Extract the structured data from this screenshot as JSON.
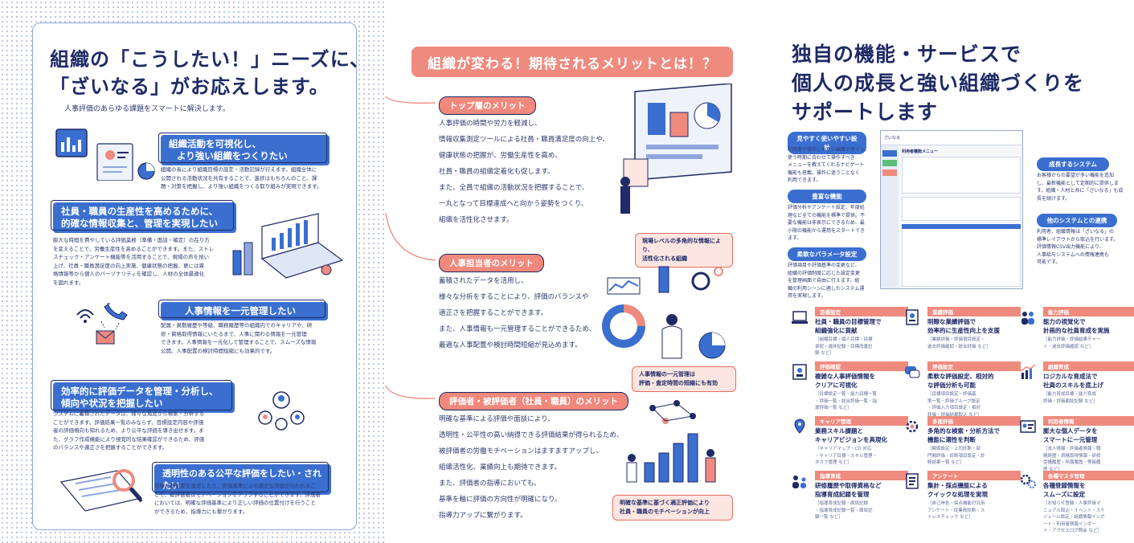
{
  "left": {
    "headline_1": "組織の「こうしたい！」ニーズに、",
    "headline_2": "「ざいなる」がお応えします。",
    "lead": "人事評価のあらゆる課題をスマートに解決します。",
    "sections": [
      {
        "title_1": "組織活動を可視化し、",
        "title_2": "より強い組織をつくりたい",
        "body": [
          "組織の長により組織目標の設定・活動記録が行えます。組織全体に",
          "公開される活動状況を共有することで、進捗はもちろんのこと、課",
          "題・対策を把握し、より強い組織をつくる取り組みが実現できます。"
        ]
      },
      {
        "title_1": "社員・職員の生産性を高めるために、",
        "title_2": "的確な情報収集と、管理を実現したい",
        "body": [
          "膨大な時間を費やしている評価業務（準備・面談・確定）の在り方",
          "を変えることで、労働生産性を高めることができます。また、ストレ",
          "スチェック・アンケート機能等を活用することで、現場の声を拾い",
          "上げ、社員・職員満足度の向上実施、健康状態の把握、更には資",
          "格情報等から個人のパーソナリティを確認し、人材の全体最適化",
          "を図れます。"
        ]
      },
      {
        "title_1": "人事情報を一元管理したい",
        "title_2": "",
        "body": [
          "配属・異動履歴や等級、職務履歴等の組織内でのキャリアや、研",
          "修・資格取得情報にいたるまで、人事に関わる情報を一元管理",
          "できます。人事情報を一元化して管理することで、スムーズな情報",
          "公開、人事配置の検討時間短縮にも効果的です。"
        ]
      },
      {
        "title_1": "効率的に評価データを管理・分析し、",
        "title_2": "傾向や状況を把握したい",
        "body": [
          "システムに蓄積されたデータは、様々な角度から検索・分析する",
          "ことができます。評価結果一覧のみならず、目標設定内容や評価",
          "者の評価傾向も知れるため、より公平な評価を導き出せます。ま",
          "た、グラフ作成機能により視覚的な結果確認ができるため、評価",
          "のバランスや適正さを把握することができます。"
        ]
      },
      {
        "title_1": "透明性のある公平な評価をしたい・されたい",
        "title_2": "",
        "body": [
          "目標に難易度を設定したり、評価基準による適正な評価が行われるこ",
          "とで、被評価者はモチベーションをアップすることができます。評価者",
          "においては、明確な評価基準により正しい評価の位置付けを行うこと",
          "ができるため、指導力にも繋がります。"
        ]
      }
    ]
  },
  "middle": {
    "title": "組織が変わる！期待されるメリットとは！？",
    "blocks": [
      {
        "pill": "トップ層のメリット",
        "lines": [
          "人事評価の時間や労力を軽減し、",
          "情報収集測定ツールによる社員・職員満足度の向上や、",
          "健康状態の把握が、労働生産性を高め、",
          "社員・職員の組織定着化も促します。",
          "また、全員で組織の活動状況を把握することで、",
          "一丸となって目標達成へと向かう姿勢をつくり、",
          "組織を活性化させます。"
        ],
        "callout": [
          "現場レベルの多角的な情報により、",
          "活性化される組織"
        ]
      },
      {
        "pill": "人事担当者のメリット",
        "lines": [
          "蓄積されたデータを活用し、",
          "様々な分析をすることにより、評価のバランスや",
          "適正さを把握することができます。",
          "また、人事情報も一元管理することができるため、",
          "最適な人事配置や検討時間短縮が見込めます。"
        ],
        "callout": [
          "人事情報の一元管理は",
          "評価・査定時間の短縮にも有効"
        ]
      },
      {
        "pill": "評価者・被評価者（社員・職員）のメリット",
        "lines": [
          "明確な基準による評価や面談により、",
          "透明性・公平性の高い納得できる評価結果が得られるため、",
          "被評価者の労働モチベーションはますますアップし、",
          "組織活性化、業績向上も期待できます。",
          "また、評価者の指導においても、",
          "基準を軸に評価の方向性が明確になり、",
          "指導力アップに繋がります。"
        ],
        "callout": [
          "明確な基準に基づく適正評価により",
          "社員・職員のモチベーションが向上"
        ]
      }
    ]
  },
  "right": {
    "title_1": "独自の機能・サービスで",
    "title_2": "個人の成長と強い組織づくりを",
    "title_3": "サポートします",
    "left_points": [
      {
        "label": "見やすく使いやすい設計",
        "body": [
          "利用者が操作しやすい画面デザイン、",
          "使う時期に合わせて操作すべき",
          "メニューを教えてくれるナビゲート",
          "機能も搭載。操作に迷うことなく",
          "利用できます。"
        ]
      },
      {
        "label": "豊富な機能",
        "body": [
          "評価分析やアンケート設定、年度処",
          "理など全ての機能を標準で提供。不",
          "要な機能は非表示にできるため、最",
          "小限の機能から運用をスタートでき",
          "ます。"
        ]
      },
      {
        "label": "柔軟なパラメータ設定",
        "body": [
          "評価項目や評価基準の変更など、",
          "組織の評価制度に応じた設定変更",
          "を管理画面で自由に行えます。組",
          "織の利用シーンに適したシステム運",
          "用を実現します。"
        ]
      }
    ],
    "right_points": [
      {
        "label": "成長するシステム",
        "body": [
          "お客様からの要望が多い機能を追加",
          "し、最新機能として定期的に提供しま",
          "す。組織・人材と共に「ざいなる」も成",
          "長を続けます。"
        ]
      },
      {
        "label": "他のシステムとの連携",
        "body": [
          "利用者、組織情報は「ざいなる」の",
          "標準レイアウトから取込を行います。",
          "評価情報CSV出力機能により、",
          "人事給与システムへの情報連携も",
          "可能です。"
        ]
      }
    ],
    "screen": {
      "menu_title": "利用者機能メニュー",
      "brand": "ざいなる"
    },
    "features": [
      {
        "tag": "目標設定",
        "title": [
          "社員・職員の目標管理で",
          "組織強化に貢献"
        ],
        "sub": [
          "［組織目標・個人目標・目標",
          "承認・進捗記録・目標改善記",
          "録 など］"
        ],
        "icon": "laptop-icon"
      },
      {
        "tag": "業績評価",
        "title": [
          "明瞭な業績評価で",
          "効率的に生産性向上を支援"
        ],
        "sub": [
          "［業績評価・評価項目設定・",
          "過去評価確認・総合評価 など］"
        ],
        "icon": "notebook-icon"
      },
      {
        "tag": "能力評価",
        "title": [
          "能力の視覚化で",
          "計画的な社員育成を実施"
        ],
        "sub": [
          "［能力評価・評価結果チャー",
          "ト・過去評価確認 など］"
        ],
        "icon": "people-icon"
      },
      {
        "tag": "評価確認",
        "title": [
          "複雑な人事評価情報を",
          "クリアに可視化"
        ],
        "sub": [
          "［目標設定一覧・能力目標一覧",
          "・評価一覧・総合評価一覧・指",
          "導評価一覧 など］"
        ],
        "icon": "profile-icon"
      },
      {
        "tag": "評価設定",
        "title": [
          "柔軟な評価設定、相対的",
          "な評価分析も可能"
        ],
        "sub": [
          "［目標項目設定・評価基",
          "準一覧・評価グループ設定",
          "・評価入力項目設定・相対",
          "評価・評価結果取込 など］"
        ],
        "icon": "chat-icon"
      },
      {
        "tag": "組織育成",
        "title": [
          "ロジカルな育成法で",
          "社員のスキルを底上げ"
        ],
        "sub": [
          "［能力育成目標・能力育成",
          "評価・評価面談記録 など］"
        ],
        "icon": "growth-chart-icon"
      },
      {
        "tag": "キャリア管理",
        "title": [
          "業務スキル課題と",
          "キャリアビジョンを具現化"
        ],
        "sub": [
          "［キャリアマップ・CD 対応",
          "・キャリア目標・スキル管理・",
          "タスク管理 など］"
        ],
        "icon": "location-pin-icon"
      },
      {
        "tag": "多面評価",
        "title": [
          "多角的な検索・分析方法で",
          "機能に適性を判断"
        ],
        "sub": [
          "［関係設定・上司診断・部",
          "門間評価・診断項目設定・診",
          "断結果一覧 など］"
        ],
        "icon": "gear-people-icon"
      },
      {
        "tag": "利用者情報",
        "title": [
          "膨大な個人データを",
          "スマートに一元管理"
        ],
        "sub": [
          "［本人情報・評価者情報・職",
          "務経歴・資格取得情報・研修",
          "受講履歴・所属履歴・等級履",
          "歴 など］"
        ],
        "icon": "id-card-icon"
      },
      {
        "tag": "指導育成",
        "title": [
          "研修履歴や取得資格など",
          "指導育成記録を管理"
        ],
        "sub": [
          "［指導育成記録・面談記録",
          "・指導育成記録一覧・面談記",
          "録一覧 など］"
        ],
        "icon": "mentor-icon"
      },
      {
        "tag": "アンケート",
        "title": [
          "集計・採点機能による",
          "クイックな処理を実現"
        ],
        "sub": [
          "［自己申告・採点機能付汎用",
          "アンケート・従業員診断・ス",
          "トレスチェック など］"
        ],
        "icon": "document-icon"
      },
      {
        "tag": "各種マスタ管理",
        "title": [
          "各種登録情報を",
          "スムーズに設定"
        ],
        "sub": [
          "［お知らせ登録・人事評価マ",
          "ニュアル取込・イベント・スケ",
          "ジュール設定・組織情報インポ",
          "ート・利用者情報インポー",
          "ト・アクセスログ照会 など］"
        ],
        "icon": "gears-icon"
      }
    ]
  },
  "colors": {
    "navy": "#1f2a66",
    "blue": "#3a6fd0",
    "coral": "#ef8a7e"
  }
}
